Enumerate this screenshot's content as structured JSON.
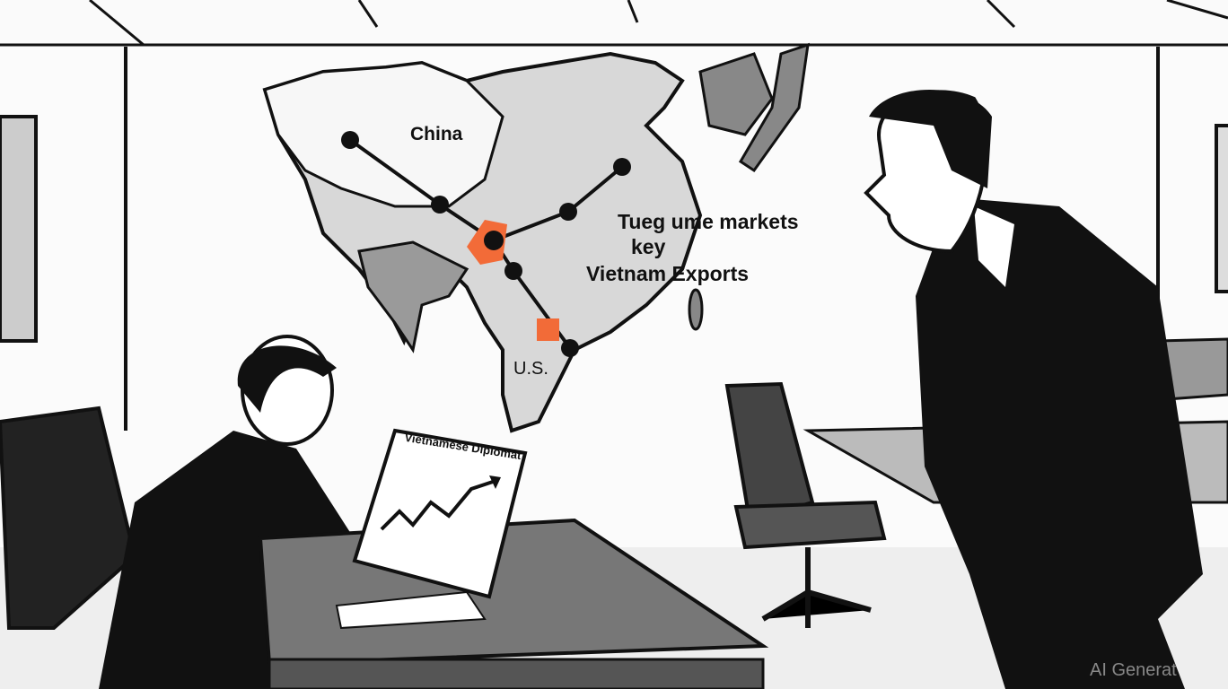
{
  "map": {
    "label_china": "China",
    "label_markets": "Tueg ume markets",
    "label_key": "key",
    "label_exports": "Vietnam Exports",
    "label_us": "U.S.",
    "accent_color": "#f26b38"
  },
  "chart_sheet": {
    "title": "Vietnamese Diplomat",
    "trend": "rising"
  },
  "watermark": "AI Generat"
}
